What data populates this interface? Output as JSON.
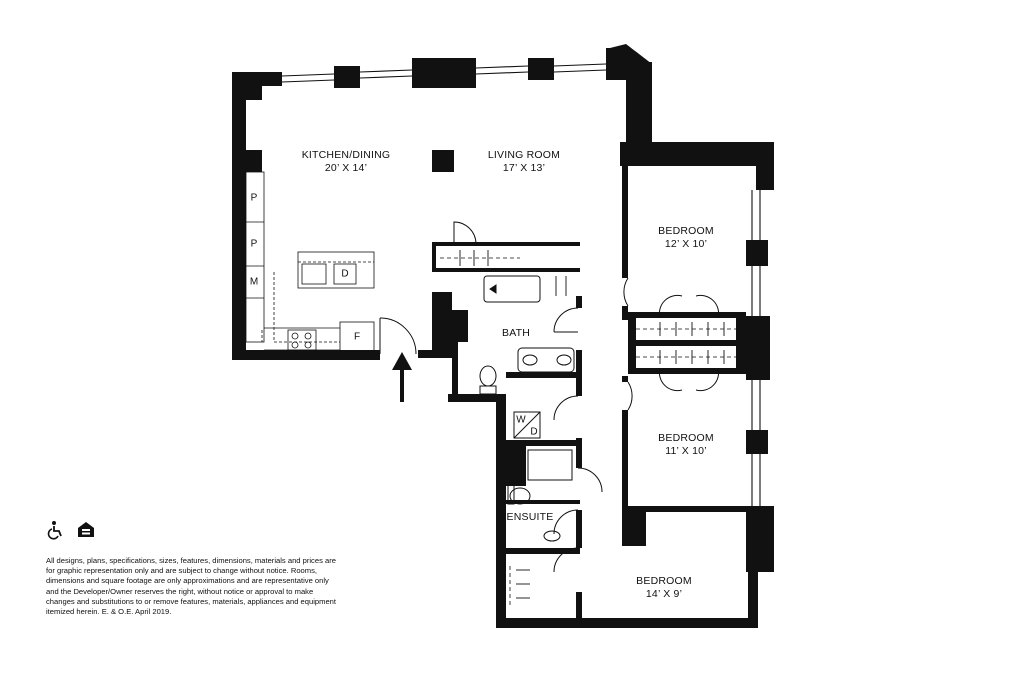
{
  "rooms": [
    {
      "key": "kitchen",
      "name": "KITCHEN/DINING",
      "dims": "20’ X 14’"
    },
    {
      "key": "living",
      "name": "LIVING ROOM",
      "dims": "17’ X 13’"
    },
    {
      "key": "bed1",
      "name": "BEDROOM",
      "dims": "12’ X 10’"
    },
    {
      "key": "bed2",
      "name": "BEDROOM",
      "dims": "11’ X 10’"
    },
    {
      "key": "bed3",
      "name": "BEDROOM",
      "dims": "14’ X 9’"
    },
    {
      "key": "bath",
      "name": "BATH",
      "dims": ""
    },
    {
      "key": "ensuite",
      "name": "ENSUITE",
      "dims": ""
    }
  ],
  "appliances": {
    "pantry1": "P",
    "pantry2": "P",
    "microwave": "M",
    "dishwasher": "D",
    "fridge": "F",
    "washer_dryer_w": "W",
    "washer_dryer_d": "D"
  },
  "logos": {
    "accessibility": "accessibility-icon",
    "housing": "equal-housing-icon"
  },
  "disclaimer": "All designs, plans, specifications, sizes, features, dimensions, materials and prices are for graphic representation only and are subject to change without notice. Rooms, dimensions and square footage are only approximations and are representative only and the Developer/Owner reserves the right, without notice or approval to make changes and substitutions to or remove features, materials, appliances and equipment itemized herein. E. & O.E. April 2019."
}
